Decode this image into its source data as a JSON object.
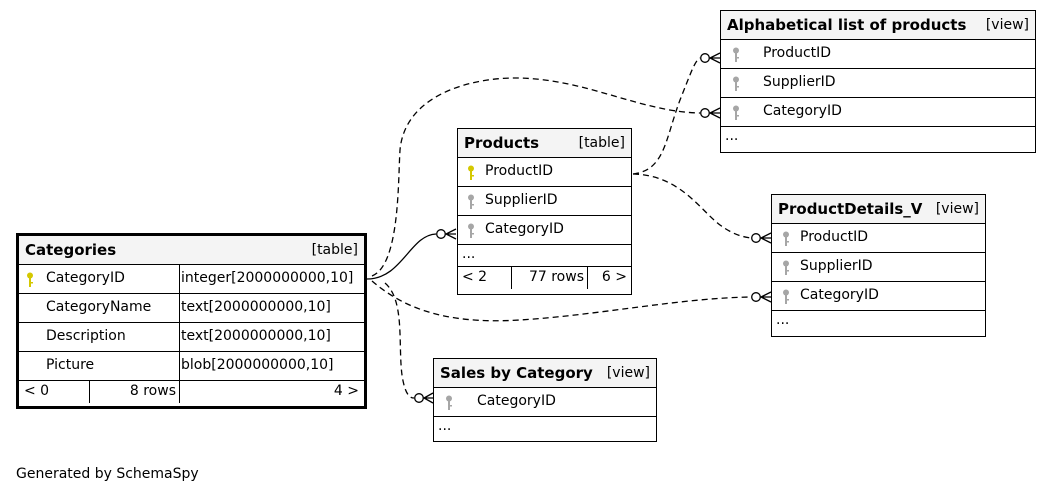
{
  "footer": {
    "generated_by": "Generated by SchemaSpy"
  },
  "tables": {
    "categories": {
      "name": "Categories",
      "kind": "[table]",
      "columns": [
        {
          "name": "CategoryID",
          "type": "integer[2000000000,10]",
          "key": "primary"
        },
        {
          "name": "CategoryName",
          "type": "text[2000000000,10]"
        },
        {
          "name": "Description",
          "type": "text[2000000000,10]"
        },
        {
          "name": "Picture",
          "type": "blob[2000000000,10]"
        }
      ],
      "footer": {
        "parents": "< 0",
        "rows": "8 rows",
        "children": "4 >"
      }
    },
    "products": {
      "name": "Products",
      "kind": "[table]",
      "columns": [
        {
          "name": "ProductID",
          "key": "primary"
        },
        {
          "name": "SupplierID",
          "key": "foreign"
        },
        {
          "name": "CategoryID",
          "key": "foreign"
        }
      ],
      "ellipsis": "...",
      "footer": {
        "parents": "< 2",
        "rows": "77 rows",
        "children": "6 >"
      }
    },
    "alphabetical": {
      "name": "Alphabetical list of products",
      "kind": "[view]",
      "columns": [
        {
          "name": "ProductID",
          "key": "foreign"
        },
        {
          "name": "SupplierID",
          "key": "foreign"
        },
        {
          "name": "CategoryID",
          "key": "foreign"
        }
      ],
      "ellipsis": "..."
    },
    "productdetails": {
      "name": "ProductDetails_V",
      "kind": "[view]",
      "columns": [
        {
          "name": "ProductID",
          "key": "foreign"
        },
        {
          "name": "SupplierID",
          "key": "foreign"
        },
        {
          "name": "CategoryID",
          "key": "foreign"
        }
      ],
      "ellipsis": "..."
    },
    "salesbycategory": {
      "name": "Sales by Category",
      "kind": "[view]",
      "columns": [
        {
          "name": "CategoryID",
          "key": "foreign"
        }
      ],
      "ellipsis": "..."
    }
  },
  "relationships": [
    {
      "from": "Categories.CategoryID",
      "to": "Products.CategoryID",
      "style": "solid"
    },
    {
      "from": "Categories.CategoryID",
      "to": "Alphabetical list of products.CategoryID",
      "style": "dashed"
    },
    {
      "from": "Categories.CategoryID",
      "to": "ProductDetails_V.CategoryID",
      "style": "dashed"
    },
    {
      "from": "Categories.CategoryID",
      "to": "Sales by Category.CategoryID",
      "style": "dashed"
    },
    {
      "from": "Products.ProductID",
      "to": "Alphabetical list of products.ProductID",
      "style": "dashed"
    },
    {
      "from": "Products.ProductID",
      "to": "ProductDetails_V.ProductID",
      "style": "dashed"
    }
  ],
  "colors": {
    "primary_key": "#d4c800",
    "foreign_key": "#a6a6a6",
    "header_bg": "#f4f4f4",
    "line": "#000000"
  }
}
